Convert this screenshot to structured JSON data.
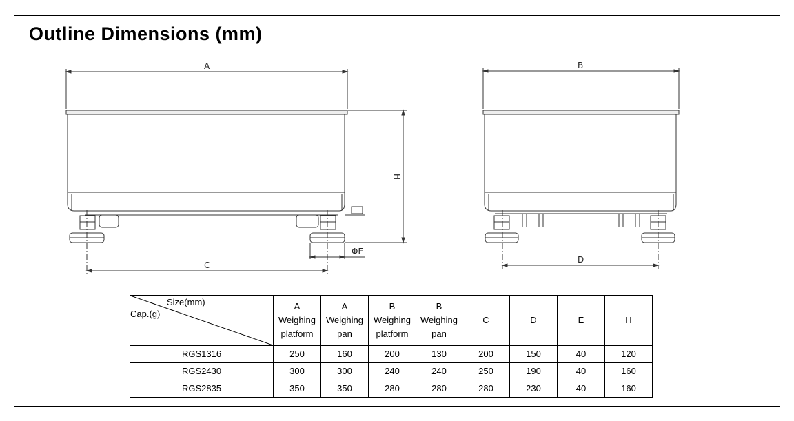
{
  "title": "Outline Dimensions (mm)",
  "drawing_labels": {
    "a": "A",
    "b": "B",
    "c": "C",
    "d": "D",
    "h": "H",
    "e": "ΦE"
  },
  "table": {
    "corner_top": "Size(mm)",
    "corner_bottom": "Cap.(g)",
    "headers": [
      [
        "A",
        "Weighing",
        "platform"
      ],
      [
        "A",
        "Weighing",
        "pan"
      ],
      [
        "B",
        "Weighing",
        "platform"
      ],
      [
        "B",
        "Weighing",
        "pan"
      ],
      [
        "C"
      ],
      [
        "D"
      ],
      [
        "E"
      ],
      [
        "H"
      ]
    ],
    "rows": [
      {
        "model": "RGS1316",
        "values": [
          "250",
          "160",
          "200",
          "130",
          "200",
          "150",
          "40",
          "120"
        ]
      },
      {
        "model": "RGS2430",
        "values": [
          "300",
          "300",
          "240",
          "240",
          "250",
          "190",
          "40",
          "160"
        ]
      },
      {
        "model": "RGS2835",
        "values": [
          "350",
          "350",
          "280",
          "280",
          "280",
          "230",
          "40",
          "160"
        ]
      }
    ]
  }
}
